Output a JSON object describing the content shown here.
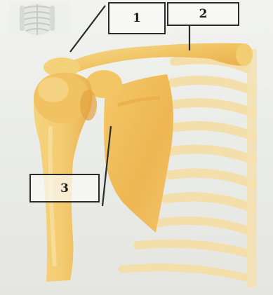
{
  "labels": [
    {
      "id": "1",
      "text": "1"
    },
    {
      "id": "2",
      "text": "2"
    },
    {
      "id": "3",
      "text": "3"
    }
  ],
  "colors": {
    "bone_light": "#f6d98a",
    "bone_mid": "#f0c463",
    "bone_dark": "#e4a640",
    "rib": "#f5dfa6",
    "leader_line": "#2b2b2b"
  }
}
